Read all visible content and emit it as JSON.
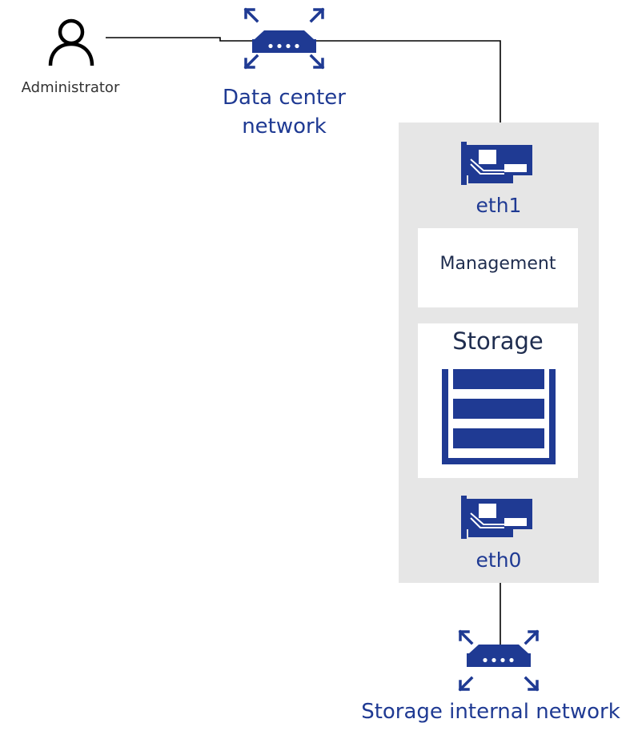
{
  "labels": {
    "administrator": "Administrator",
    "data_center_network": [
      "Data center",
      "network"
    ],
    "eth1": "eth1",
    "management": "Management",
    "storage": "Storage",
    "eth0": "eth0",
    "storage_internal_network": "Storage internal network"
  },
  "colors": {
    "accent": "#1f3a93",
    "text_dark": "#333333",
    "panel_bg": "#e6e6e6",
    "box_bg": "#ffffff",
    "line": "#000000"
  },
  "icons": {
    "administrator": "person-icon",
    "data_center_network": "network-switch-icon",
    "eth1": "network-card-icon",
    "storage": "storage-rack-icon",
    "eth0": "network-card-icon",
    "storage_internal_network": "network-switch-icon"
  }
}
